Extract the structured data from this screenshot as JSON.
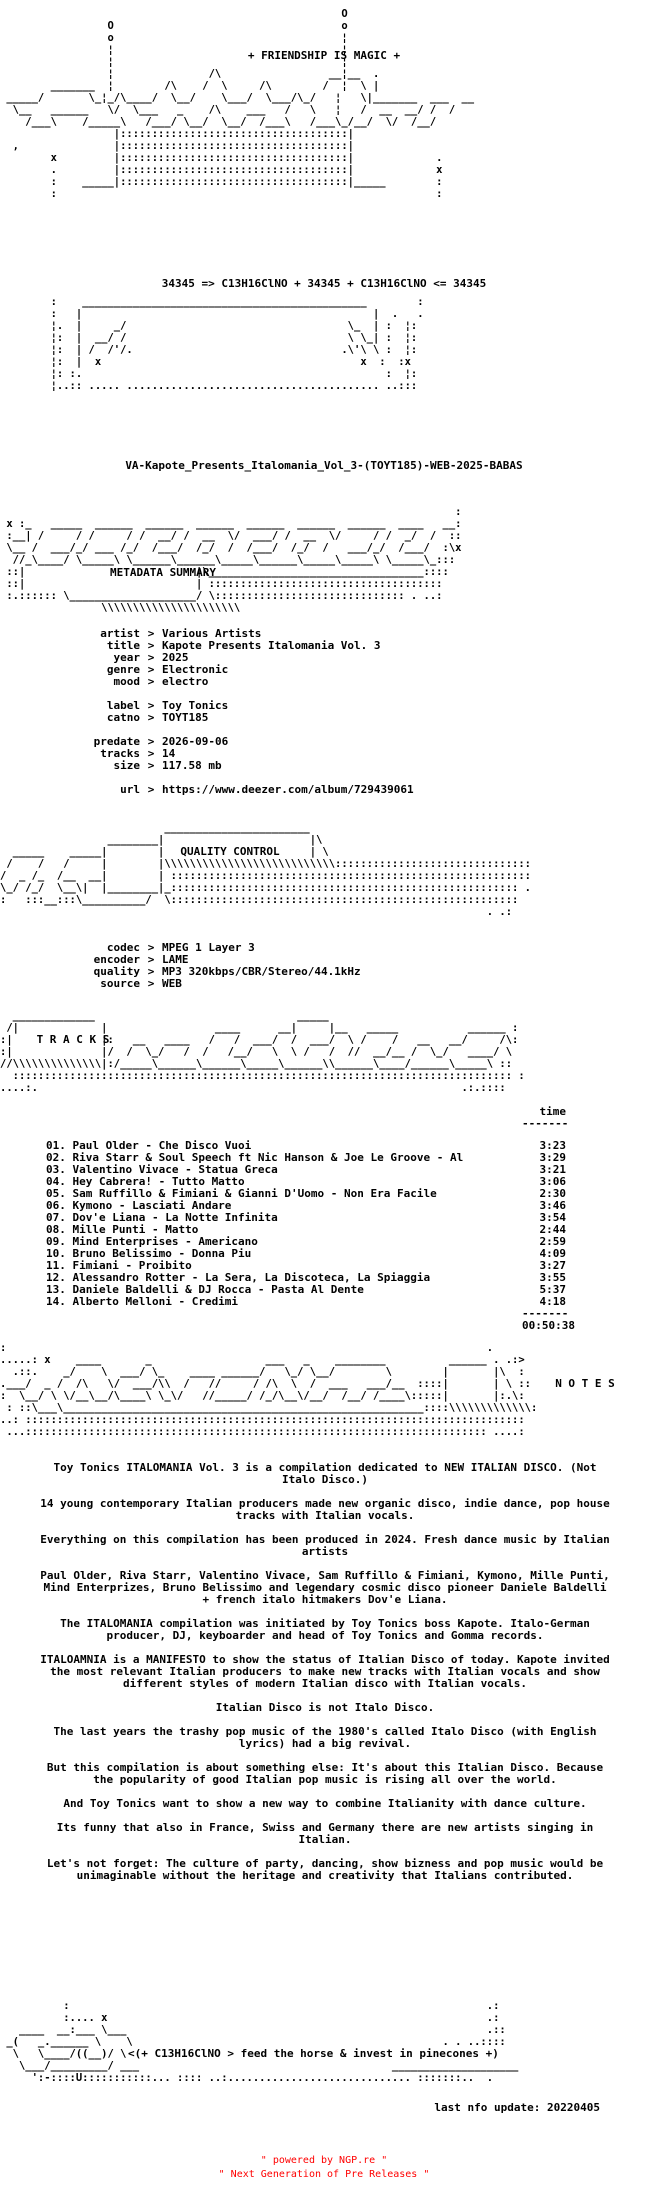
{
  "banner": {
    "tagline": "+ FRIENDSHIP IS MAGIC +",
    "formula": "34345 => C13H16ClNO + 34345 + C13H16ClNO <= 34345"
  },
  "release_name": "VA-Kapote_Presents_Italomania_Vol_3-(TOYT185)-WEB-2025-BABAS",
  "sections": {
    "metadata": "METADATA SUMMARY",
    "quality": "QUALITY CONTROL",
    "tracks": "T R A C K S",
    "notes": "N O T E S"
  },
  "metadata": [
    {
      "key": "artist",
      "value": "Various Artists"
    },
    {
      "key": "title",
      "value": "Kapote Presents Italomania Vol. 3"
    },
    {
      "key": "year",
      "value": "2025"
    },
    {
      "key": "genre",
      "value": "Electronic"
    },
    {
      "key": "mood",
      "value": "electro"
    },
    {
      "key": "label",
      "value": "Toy Tonics"
    },
    {
      "key": "catno",
      "value": "TOYT185"
    },
    {
      "key": "predate",
      "value": "2026-09-06"
    },
    {
      "key": "tracks",
      "value": "14"
    },
    {
      "key": "size",
      "value": "117.58 mb"
    },
    {
      "key": "url",
      "value": "https://www.deezer.com/album/729439061"
    }
  ],
  "quality": [
    {
      "key": "codec",
      "value": "MPEG 1 Layer 3"
    },
    {
      "key": "encoder",
      "value": "LAME"
    },
    {
      "key": "quality",
      "value": "MP3 320kbps/CBR/Stereo/44.1kHz"
    },
    {
      "key": "source",
      "value": "WEB"
    }
  ],
  "tracklist": {
    "time_header": "time",
    "rule": "-------",
    "items": [
      {
        "t": "01. Paul Older - Che Disco Vuoi",
        "d": "3:23"
      },
      {
        "t": "02. Riva Starr & Soul Speech ft Nic Hanson & Joe Le Groove - Al",
        "d": "3:29"
      },
      {
        "t": "03. Valentino Vivace - Statua Greca",
        "d": "3:21"
      },
      {
        "t": "04. Hey Cabrera! - Tutto Matto",
        "d": "3:06"
      },
      {
        "t": "05. Sam Ruffillo & Fimiani & Gianni D'Uomo - Non Era Facile",
        "d": "2:30"
      },
      {
        "t": "06. Kymono - Lasciati Andare",
        "d": "3:46"
      },
      {
        "t": "07. Dov'e Liana - La Notte Infinita",
        "d": "3:54"
      },
      {
        "t": "08. Mille Punti - Matto",
        "d": "2:44"
      },
      {
        "t": "09. Mind Enterprises - Americano",
        "d": "2:59"
      },
      {
        "t": "10. Bruno Belissimo - Donna Piu",
        "d": "4:09"
      },
      {
        "t": "11. Fimiani - Proibito",
        "d": "3:27"
      },
      {
        "t": "12. Alessandro Rotter - La Sera, La Discoteca, La Spiaggia",
        "d": "3:55"
      },
      {
        "t": "13. Daniele Baldelli & DJ Rocca - Pasta Al Dente",
        "d": "5:37"
      },
      {
        "t": "14. Alberto Melloni - Credimi",
        "d": "4:18"
      }
    ],
    "total": "00:50:38"
  },
  "notes": [
    "Toy Tonics ITALOMANIA Vol. 3 is a compilation dedicated to NEW ITALIAN DISCO. (Not Italo Disco.)",
    "14 young contemporary Italian producers made new organic disco, indie dance, pop house tracks with Italian vocals.",
    "Everything on this compilation has been produced in 2024. Fresh dance music by Italian artists",
    "Paul Older, Riva Starr, Valentino Vivace, Sam Ruffillo & Fimiani, Kymono, Mille Punti, Mind Enterprizes, Bruno Belissimo and legendary cosmic disco pioneer Daniele Baldelli + french italo hitmakers Dov'e Liana.",
    "The ITALOMANIA compilation was initiated by Toy Tonics boss Kapote. Italo-German producer, DJ, keyboarder and head of Toy Tonics and Gomma records.",
    "ITALOAMNIA is a MANIFESTO to show the status of Italian Disco of today. Kapote invited the most relevant Italian producers to make new tracks with Italian vocals and show different styles of modern Italian disco with Italian vocals.",
    "Italian Disco is not Italo Disco.",
    "The last years the trashy pop music of the 1980's called Italo Disco (with English lyrics) had a big revival.",
    "But this compilation is about something else: It's about this Italian Disco. Because the popularity of good Italian pop music is rising all over the world.",
    "And Toy Tonics want to show a new way to combine Italianity with dance culture.",
    "Its funny that also in France, Swiss and Germany there are new artists singing in Italian.",
    "Let's not forget: The culture of party, dancing, show bizness and pop music would be unimaginable without the heritage and creativity that Italians contributed."
  ],
  "footer": {
    "slogan": "<(+ C13H16ClNO > feed the horse & invest in pinecones +)",
    "last_update": "last nfo update: 20220405",
    "powered": "\" powered by NGP.re \"",
    "ngp": "\" Next Generation of Pre Releases \""
  }
}
